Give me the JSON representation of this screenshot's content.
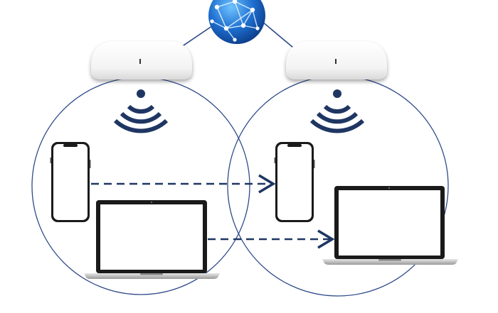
{
  "diagram": {
    "nodes": [
      {
        "id": "internet",
        "kind": "globe-icon"
      },
      {
        "id": "access-point-left",
        "kind": "wireless-access-point-icon"
      },
      {
        "id": "access-point-right",
        "kind": "wireless-access-point-icon"
      },
      {
        "id": "phone-left",
        "kind": "smartphone-icon"
      },
      {
        "id": "phone-right",
        "kind": "smartphone-icon"
      },
      {
        "id": "laptop-left",
        "kind": "laptop-icon"
      },
      {
        "id": "laptop-right",
        "kind": "laptop-icon"
      }
    ],
    "links": [
      {
        "from": "internet",
        "to": "access-point-left",
        "style": "solid"
      },
      {
        "from": "internet",
        "to": "access-point-right",
        "style": "solid"
      },
      {
        "from": "phone-left",
        "to": "phone-right",
        "style": "dashed-arrow"
      },
      {
        "from": "laptop-left",
        "to": "laptop-right",
        "style": "dashed-arrow"
      }
    ],
    "colors": {
      "coverage": "#2e4a8a",
      "signal": "#1f3663",
      "arrow": "#1f3663",
      "globe": "#1e6fd0",
      "device_frame": "#1a1a1a"
    }
  }
}
